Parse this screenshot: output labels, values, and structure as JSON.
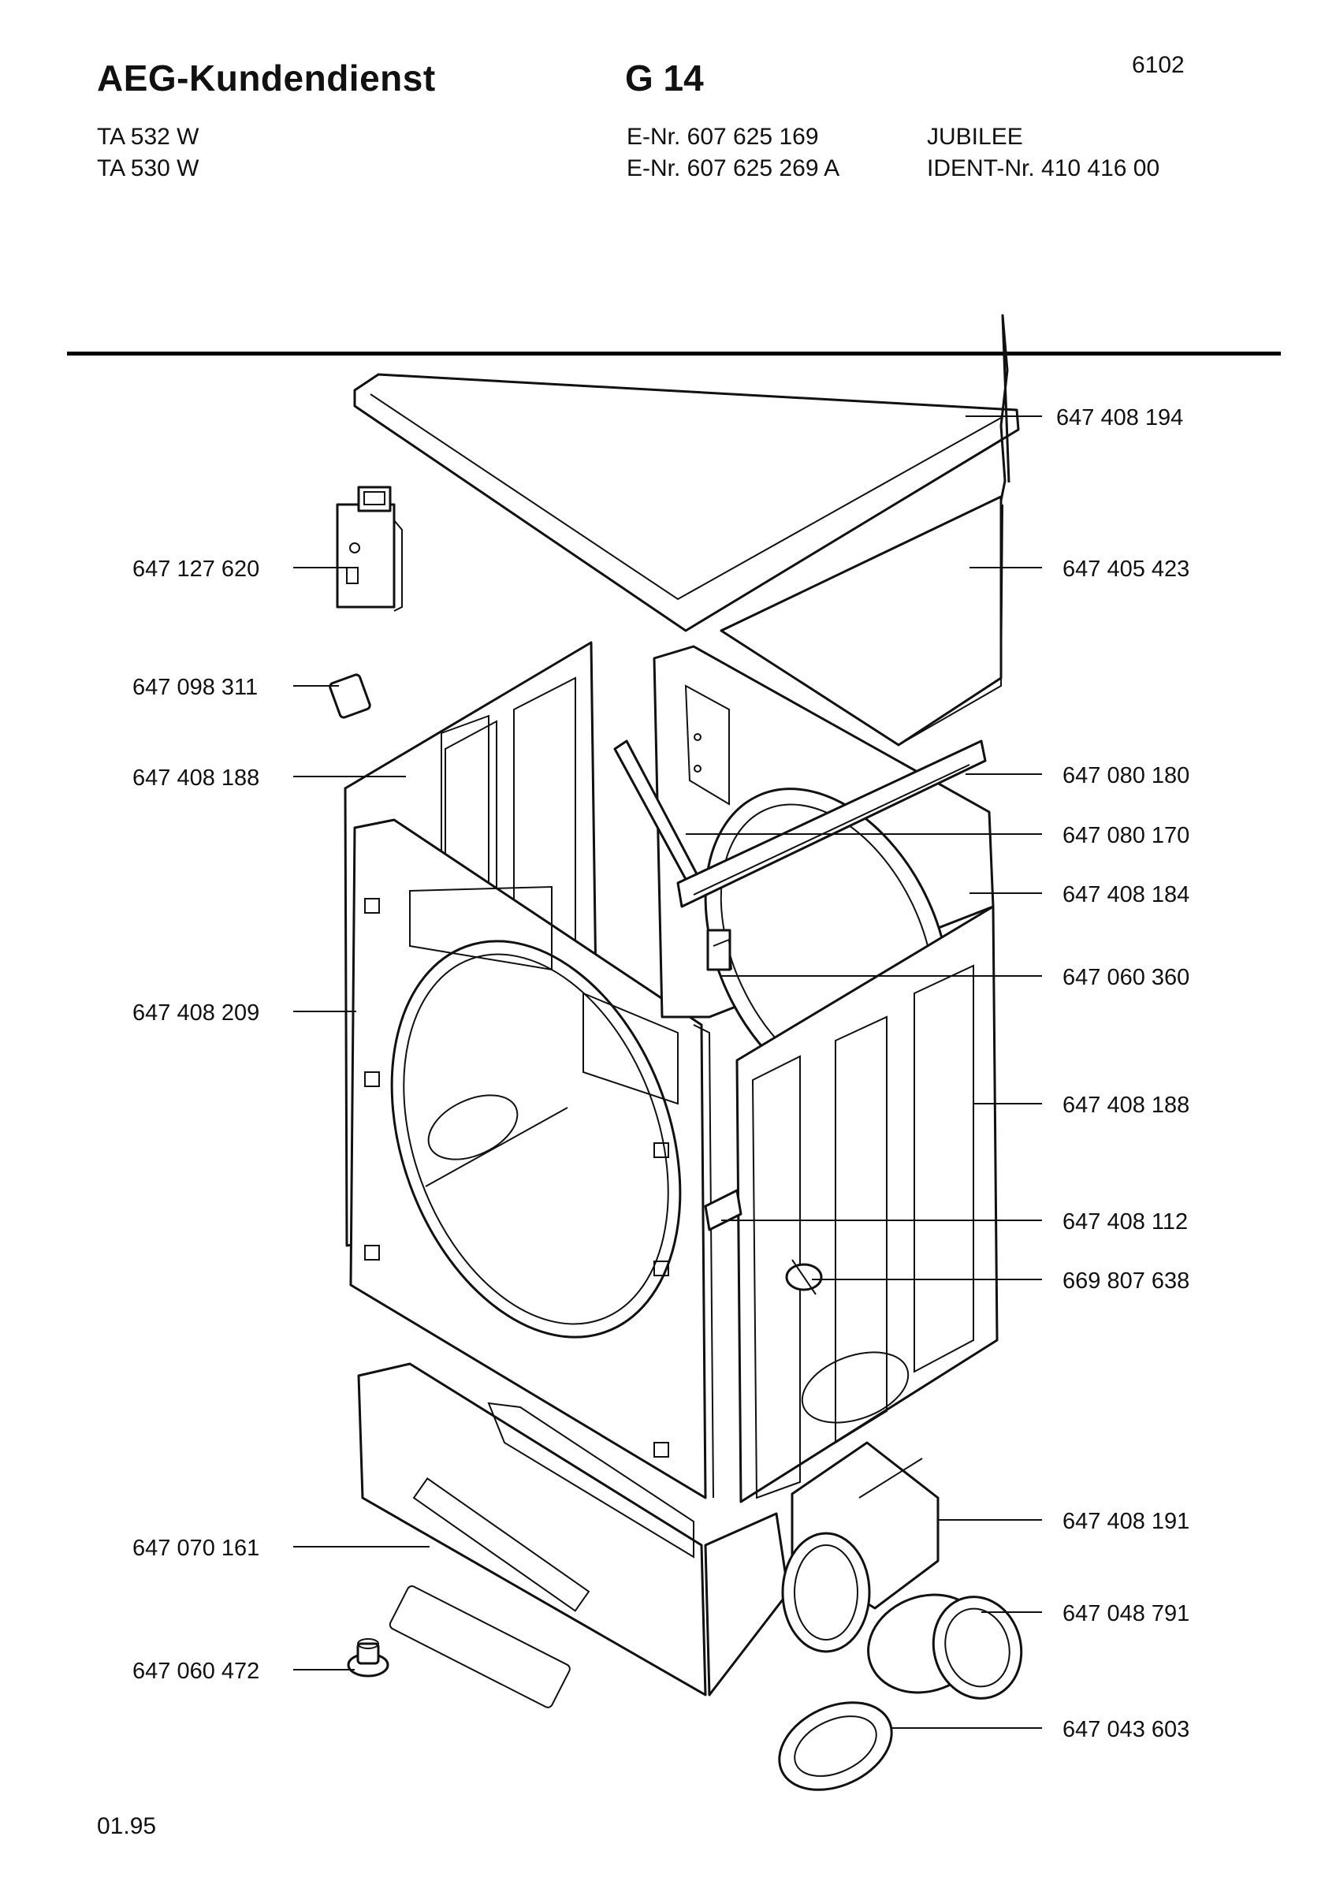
{
  "header": {
    "brand": "AEG-Kundendienst",
    "group": "G 14",
    "page_code": "6102",
    "models": [
      "TA 532 W",
      "TA 530 W"
    ],
    "enr": [
      "E-Nr. 607 625 169",
      "E-Nr. 607 625 269  A"
    ],
    "ident": [
      "JUBILEE",
      "IDENT-Nr. 410 416 00"
    ]
  },
  "parts_left": [
    "647 127 620",
    "647 098 311",
    "647 408 188",
    "647 408 209",
    "647 070 161",
    "647 060 472"
  ],
  "parts_right": [
    "647 408 194",
    "647 405 423",
    "647 080 180",
    "647 080 170",
    "647 408 184",
    "647 060 360",
    "647 408 188",
    "647 408 112",
    "669 807 638",
    "647 408 191",
    "647 048 791",
    "647 043 603"
  ],
  "footer": {
    "date_code": "01.95"
  }
}
